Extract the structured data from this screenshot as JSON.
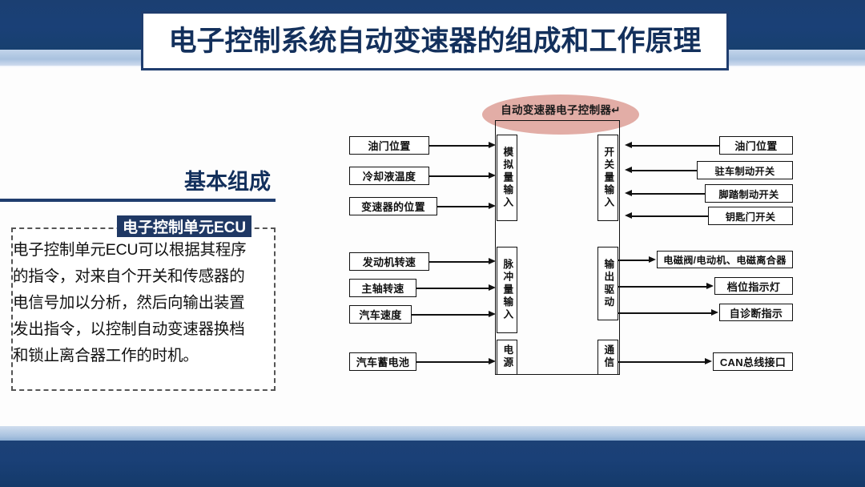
{
  "slide": {
    "title": "电子控制系统自动变速器的组成和工作原理",
    "section_heading": "基本组成",
    "ecu_badge": "电子控制单元ECU",
    "ecu_body_lines": [
      "电子控制单元ECU可以根据其程序",
      "的指令，对来自个开关和传感器的",
      "电信号加以分析，然后向输出装置",
      "发出指令，以控制自动变速器换档",
      "和锁止离合器工作的时机。"
    ]
  },
  "colors": {
    "band_dark": "#1a4077",
    "band_light": "#a9c2df",
    "title_border": "#1f3d6e",
    "title_text": "#13305c",
    "badge_bg": "#1f3864",
    "ellipse": "#e2ada6"
  },
  "diagram": {
    "ecu_title": "自动变速器电子控制器↵",
    "ports": {
      "analog_input": "模拟量输入",
      "pulse_input": "脉冲量输入",
      "power": "电源",
      "switch_input": "开关量输入",
      "output_drive": "输出驱动",
      "communication": "通信"
    },
    "analog_sources": [
      "油门位置",
      "冷却液温度",
      "变速器的位置"
    ],
    "pulse_sources": [
      "发动机转速",
      "主轴转速",
      "汽车速度"
    ],
    "power_source": "汽车蓄电池",
    "switch_sources": [
      "油门位置",
      "驻车制动开关",
      "脚踏制动开关",
      "钥匙门开关"
    ],
    "output_targets": [
      "电磁阀/电动机、电磁离合器",
      "档位指示灯",
      "自诊断指示"
    ],
    "comm_target": "CAN总线接口"
  }
}
